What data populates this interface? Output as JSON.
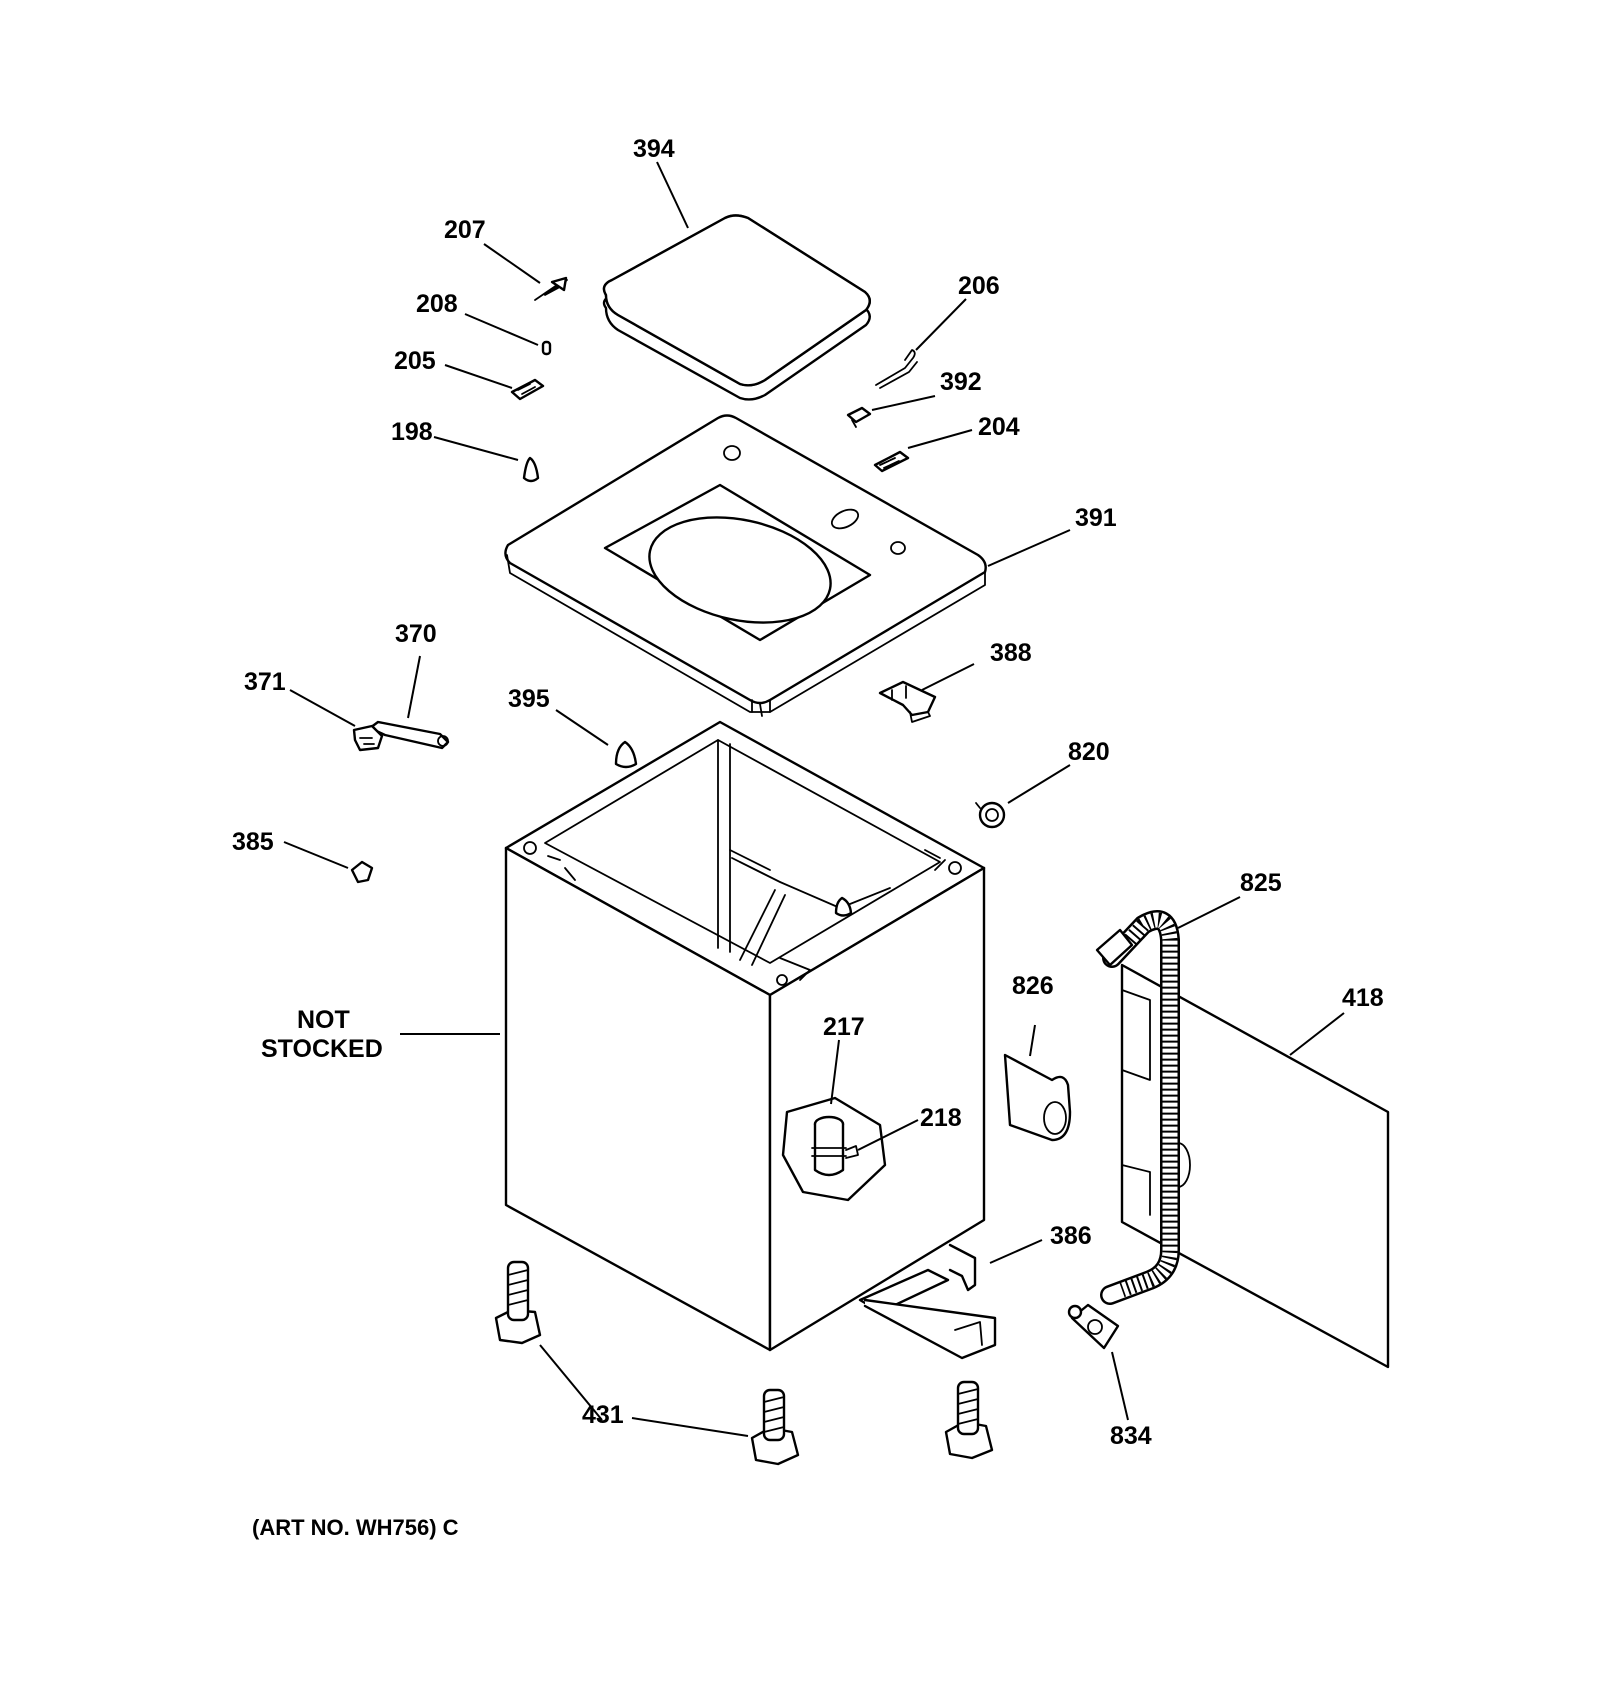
{
  "labels": {
    "p394": "394",
    "p207": "207",
    "p208": "208",
    "p206": "206",
    "p205": "205",
    "p392": "392",
    "p198": "198",
    "p204": "204",
    "p391": "391",
    "p370": "370",
    "p371": "371",
    "p388": "388",
    "p395": "395",
    "p820": "820",
    "p385": "385",
    "p825": "825",
    "p826": "826",
    "p418": "418",
    "p217": "217",
    "p218": "218",
    "p386": "386",
    "p431": "431",
    "p834": "834",
    "not_stocked_line1": "NOT",
    "not_stocked_line2": "STOCKED"
  },
  "art_number": "(ART NO. WH756) C"
}
